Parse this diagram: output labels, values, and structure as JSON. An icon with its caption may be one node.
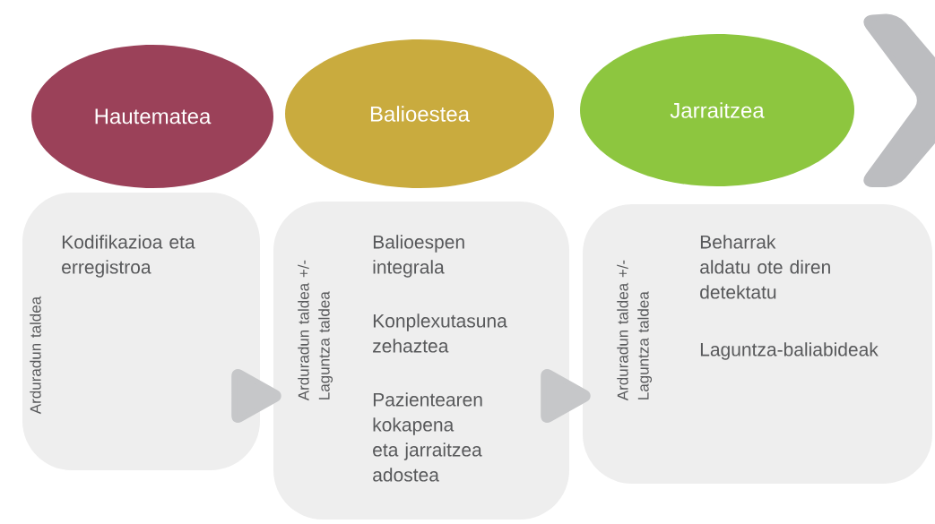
{
  "diagram": {
    "nodes": [
      {
        "text": [
          "Hautematea"
        ]
      },
      {
        "text": [
          "Balioestea"
        ]
      },
      {
        "text": [
          "Jarraitzea"
        ]
      },
      {
        "text": [
          "Arduradun taldea",
          "Kodifikazioa eta erregistroa"
        ]
      },
      {
        "text": [
          "Arduradun taldea +/- Laguntza taldea",
          "Balioespen integrala",
          "Konplexutasuna zehaztea",
          "Pazientearen kokapena eta jarraitzea adostea"
        ]
      },
      {
        "text": [
          "Arduradun taldea +/- Laguntza taldea",
          "Beharrak aldatu ote diren detektatu",
          "Laguntza-baliabideak"
        ]
      }
    ],
    "edges": [
      {
        "from": 3,
        "to": 4,
        "arrow": "to"
      },
      {
        "from": 4,
        "to": 5,
        "arrow": "to"
      },
      {
        "from": 2,
        "to": null,
        "arrow": "to"
      }
    ]
  }
}
